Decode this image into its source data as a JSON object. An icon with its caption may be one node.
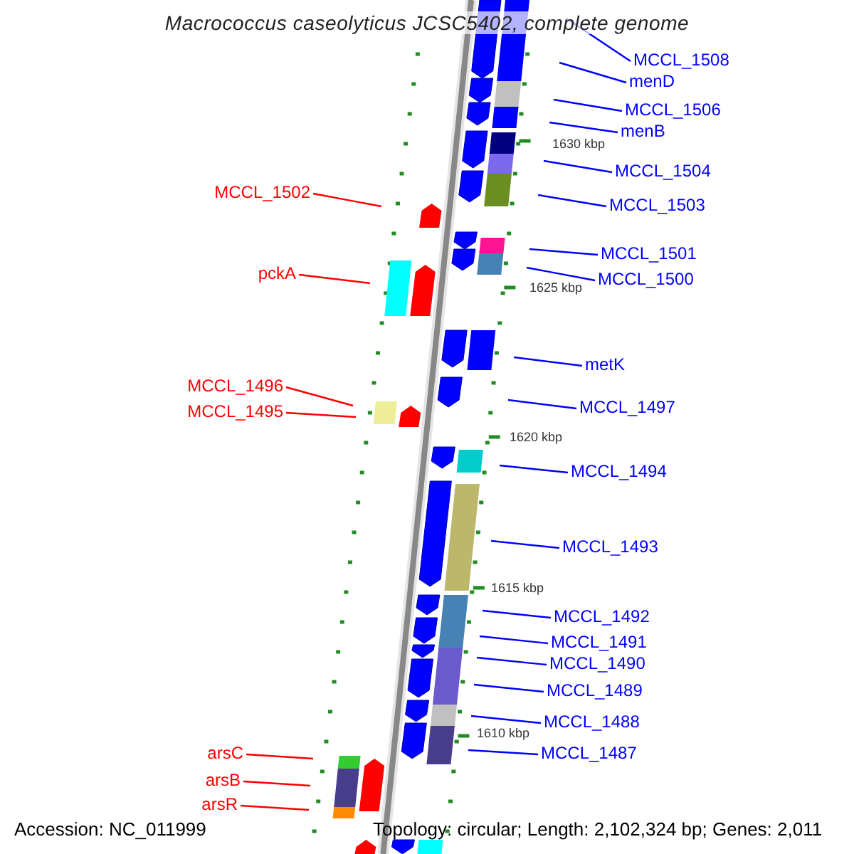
{
  "diagram": {
    "title": "Macrococcus caseolyticus JCSC5402, complete genome",
    "nodes": [
      {
        "text": [
          "MCCL_1508"
        ]
      },
      {
        "text": [
          "menD"
        ]
      },
      {
        "text": [
          "MCCL_1506"
        ]
      },
      {
        "text": [
          "menB"
        ]
      },
      {
        "text": [
          "MCCL_1504"
        ]
      },
      {
        "text": [
          "MCCL_1502"
        ]
      },
      {
        "text": [
          "MCCL_1503"
        ]
      },
      {
        "text": [
          "MCCL_1501"
        ]
      },
      {
        "text": [
          "pckA"
        ]
      },
      {
        "text": [
          "MCCL_1500"
        ]
      },
      {
        "text": [
          "metK"
        ]
      },
      {
        "text": [
          "MCCL_1496"
        ]
      },
      {
        "text": [
          "MCCL_1497"
        ]
      },
      {
        "text": [
          "MCCL_1495"
        ]
      },
      {
        "text": [
          "MCCL_1494"
        ]
      },
      {
        "text": [
          "MCCL_1493"
        ]
      },
      {
        "text": [
          "MCCL_1492"
        ]
      },
      {
        "text": [
          "MCCL_1491"
        ]
      },
      {
        "text": [
          "MCCL_1490"
        ]
      },
      {
        "text": [
          "MCCL_1489"
        ]
      },
      {
        "text": [
          "MCCL_1488"
        ]
      },
      {
        "text": [
          "MCCL_1487"
        ]
      },
      {
        "text": [
          "arsC"
        ]
      },
      {
        "text": [
          "arsB"
        ]
      },
      {
        "text": [
          "arsR"
        ]
      }
    ],
    "edges": [
      {
        "from": 0,
        "to": null,
        "arrow": "none"
      },
      {
        "from": 1,
        "to": null,
        "arrow": "none"
      },
      {
        "from": 2,
        "to": null,
        "arrow": "none"
      },
      {
        "from": 3,
        "to": null,
        "arrow": "none"
      },
      {
        "from": 4,
        "to": null,
        "arrow": "none"
      },
      {
        "from": 5,
        "to": null,
        "arrow": "none",
        "color": "#ff0000"
      },
      {
        "from": 6,
        "to": null,
        "arrow": "none"
      },
      {
        "from": 7,
        "to": null,
        "arrow": "none"
      },
      {
        "from": 8,
        "to": null,
        "arrow": "none",
        "color": "#ff0000"
      },
      {
        "from": 9,
        "to": null,
        "arrow": "none"
      },
      {
        "from": 10,
        "to": null,
        "arrow": "none"
      },
      {
        "from": 11,
        "to": null,
        "arrow": "none",
        "color": "#ff0000"
      },
      {
        "from": 12,
        "to": null,
        "arrow": "none"
      },
      {
        "from": 13,
        "to": null,
        "arrow": "none",
        "color": "#ff0000"
      },
      {
        "from": 14,
        "to": null,
        "arrow": "none"
      },
      {
        "from": 15,
        "to": null,
        "arrow": "none"
      },
      {
        "from": 16,
        "to": null,
        "arrow": "none"
      },
      {
        "from": 17,
        "to": null,
        "arrow": "none"
      },
      {
        "from": 18,
        "to": null,
        "arrow": "none"
      },
      {
        "from": 19,
        "to": null,
        "arrow": "none"
      },
      {
        "from": 20,
        "to": null,
        "arrow": "none"
      },
      {
        "from": 21,
        "to": null,
        "arrow": "none"
      },
      {
        "from": 22,
        "to": null,
        "arrow": "none",
        "color": "#ff0000"
      },
      {
        "from": 23,
        "to": null,
        "arrow": "none",
        "color": "#ff0000"
      },
      {
        "from": 24,
        "to": null,
        "arrow": "none",
        "color": "#ff0000"
      }
    ],
    "labels": [
      "1630 kbp",
      "1625 kbp",
      "1620 kbp",
      "1615 kbp",
      "1610 kbp",
      "Accession: NC_011999",
      "Topology: circular; Length: 2,102,324 bp; Genes: 2,011"
    ]
  }
}
